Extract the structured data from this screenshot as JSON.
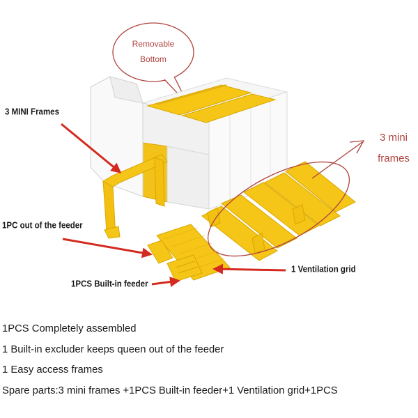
{
  "callouts": {
    "removable_bottom_line1": "Removable",
    "removable_bottom_line2": "Bottom",
    "mini_frames_label": "3 MINI Frames",
    "three_mini_frames_line1": "3 mini",
    "three_mini_frames_line2": "frames",
    "pc_out_feeder": "1PC out of the feeder",
    "ventilation_grid": "1 Ventilation grid",
    "builtin_feeder": "1PCS Built-in feeder"
  },
  "description": [
    "1PCS Completely assembled",
    "1 Built-in excluder keeps queen out of the feeder",
    "1 Easy access frames",
    "Spare parts:3 mini frames +1PCS Built-in feeder+1 Ventilation grid+1PCS"
  ],
  "colors": {
    "callout_red": "#b0443f",
    "arrow_red": "#d42a20",
    "frame_yellow": "#f5c518",
    "box_white": "#f4f4f4"
  }
}
